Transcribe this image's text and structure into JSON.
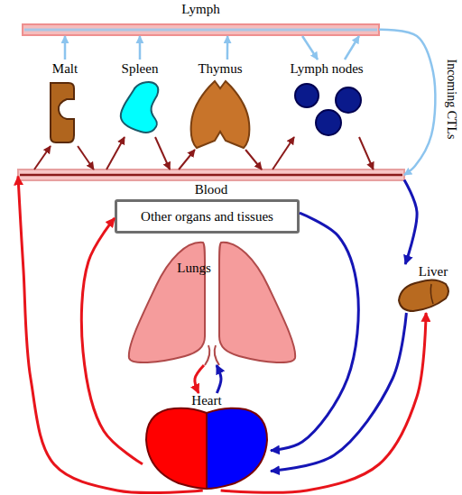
{
  "diagram": {
    "nodes": [
      {
        "text": [
          "Lymph"
        ]
      },
      {
        "text": [
          "Malt"
        ]
      },
      {
        "text": [
          "Spleen"
        ]
      },
      {
        "text": [
          "Thymus"
        ]
      },
      {
        "text": [
          "Lymph nodes"
        ]
      },
      {
        "text": [
          "Blood"
        ]
      },
      {
        "text": [
          "Other organs and tissues"
        ]
      },
      {
        "text": [
          "Lungs"
        ]
      },
      {
        "text": [
          "Heart"
        ]
      },
      {
        "text": [
          "Liver"
        ]
      }
    ],
    "edges": [
      {
        "from": 0,
        "to": 5,
        "label": "Incoming CTLs",
        "arrow": "to"
      },
      {
        "from": 1,
        "to": 0,
        "arrow": "to"
      },
      {
        "from": 2,
        "to": 0,
        "arrow": "to"
      },
      {
        "from": 3,
        "to": 0,
        "arrow": "to"
      },
      {
        "from": 0,
        "to": 4,
        "arrow": "to"
      },
      {
        "from": 4,
        "to": 0,
        "arrow": "to"
      },
      {
        "from": 5,
        "to": 1,
        "arrow": "to"
      },
      {
        "from": 1,
        "to": 5,
        "arrow": "to"
      },
      {
        "from": 5,
        "to": 2,
        "arrow": "to"
      },
      {
        "from": 2,
        "to": 5,
        "arrow": "to"
      },
      {
        "from": 5,
        "to": 3,
        "arrow": "to"
      },
      {
        "from": 3,
        "to": 5,
        "arrow": "to"
      },
      {
        "from": 5,
        "to": 4,
        "arrow": "to"
      },
      {
        "from": 4,
        "to": 5,
        "arrow": "to"
      },
      {
        "from": 5,
        "to": 9,
        "arrow": "to"
      },
      {
        "from": 6,
        "to": 8,
        "arrow": "to"
      },
      {
        "from": 9,
        "to": 8,
        "arrow": "to"
      },
      {
        "from": 8,
        "to": 7,
        "arrow": "to"
      },
      {
        "from": 7,
        "to": 8,
        "arrow": "to"
      },
      {
        "from": 8,
        "to": 5,
        "arrow": "to"
      },
      {
        "from": 8,
        "to": 6,
        "arrow": "to"
      },
      {
        "from": 8,
        "to": 9,
        "arrow": "to"
      }
    ]
  }
}
